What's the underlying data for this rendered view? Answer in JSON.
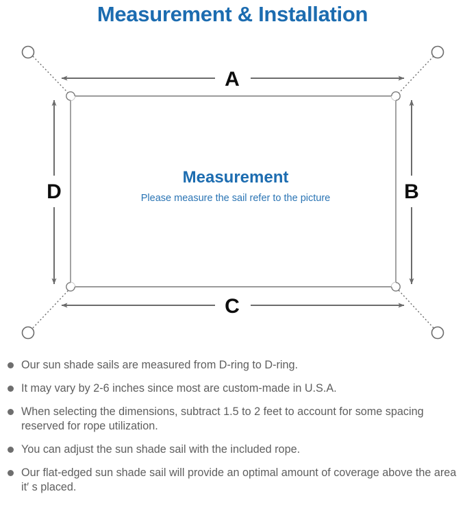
{
  "page": {
    "title": "Measurement & Installation",
    "title_color": "#1c6cb0",
    "background": "#ffffff"
  },
  "diagram": {
    "name": "sun-shade-sail-measurement-diagram",
    "center_heading": "Measurement",
    "center_subtext": "Please measure the sail refer to the picture",
    "center_heading_color": "#1c6cb0",
    "center_subtext_color": "#2a74b4",
    "line_color": "#6b6b6b",
    "sail_edge_color": "#7a7a7a",
    "dimension_labels": {
      "top": "A",
      "right": "B",
      "bottom": "C",
      "left": "D"
    },
    "dimension_label_color": "#0d0d0d",
    "anchor_points": [
      {
        "name": "anchor-top-left"
      },
      {
        "name": "anchor-top-right"
      },
      {
        "name": "anchor-bottom-left"
      },
      {
        "name": "anchor-bottom-right"
      }
    ],
    "d_rings": [
      {
        "name": "d-ring-top-left"
      },
      {
        "name": "d-ring-top-right"
      },
      {
        "name": "d-ring-bottom-left"
      },
      {
        "name": "d-ring-bottom-right"
      }
    ]
  },
  "notes": {
    "bullet_color": "#6e6e6e",
    "text_color": "#5e5e5e",
    "items": [
      "Our sun shade sails are measured from D-ring to D-ring.",
      "It may vary by 2-6 inches since most are custom-made in U.S.A.",
      "When selecting the dimensions, subtract 1.5 to 2 feet to account for some spacing reserved for rope utilization.",
      "You can adjust the sun shade sail with the included rope.",
      "Our flat-edged sun shade sail will provide an optimal amount of coverage above the area it′ s placed."
    ]
  }
}
